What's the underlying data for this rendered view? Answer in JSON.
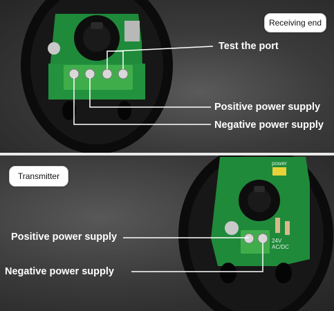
{
  "receiver": {
    "tag": "Receiving end",
    "labels": {
      "test_port": "Test the port",
      "positive": "Positive power supply",
      "negative": "Negative power supply"
    }
  },
  "transmitter": {
    "tag": "Transmitter",
    "labels": {
      "positive": "Positive power supply",
      "negative": "Negative power supply"
    },
    "board_text": {
      "power": "power",
      "voltage": "24V",
      "acdc": "AC/DC"
    }
  },
  "colors": {
    "pcb": "#1f8a3a",
    "terminal": "#3fae4a",
    "housing": "#0b0b0b",
    "label": "#ffffff"
  }
}
